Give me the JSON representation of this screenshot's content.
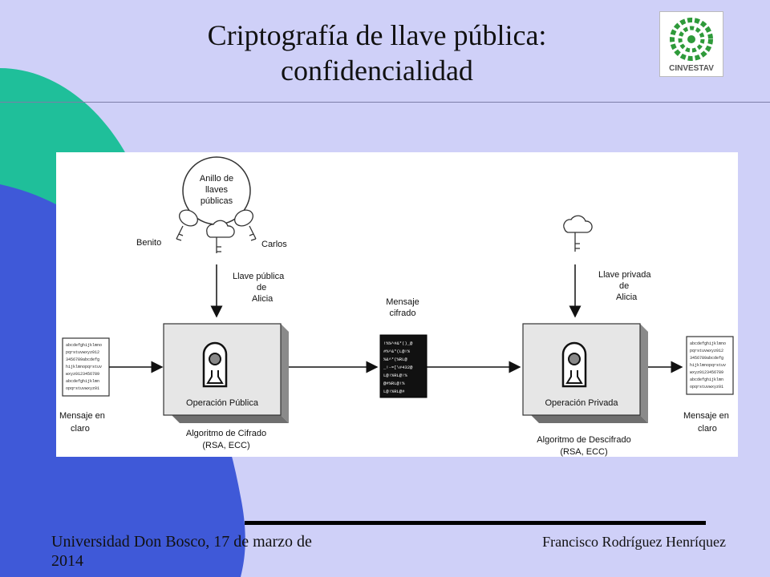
{
  "title": {
    "line1": "Criptografía de llave pública:",
    "line2": "confidencialidad"
  },
  "logo": {
    "text": "CINVESTAV",
    "color": "#2e9a3a"
  },
  "footer": {
    "left_line1": "Universidad Don Bosco, 17 de marzo de",
    "left_line2": "2014",
    "right": "Francisco Rodríguez Henríquez"
  },
  "colors": {
    "background": "#cfd0f8",
    "teal_shape": "#1fbf9a",
    "blue_shape": "#3f59d8",
    "diagram_bg": "#ffffff"
  },
  "diagram": {
    "keyring": {
      "line1": "Anillo de",
      "line2": "llaves",
      "line3": "públicas"
    },
    "benito": "Benito",
    "carlos": "Carlos",
    "public_key": {
      "line1": "Llave pública",
      "line2": "de",
      "line3": "Alicia"
    },
    "private_key": {
      "line1": "Llave privada",
      "line2": "de",
      "line3": "Alicia"
    },
    "cipher_msg": {
      "line1": "Mensaje",
      "line2": "cifrado"
    },
    "plain_left": {
      "line1": "Mensaje en",
      "line2": "claro"
    },
    "plain_right": {
      "line1": "Mensaje en",
      "line2": "claro"
    },
    "op_public": "Operación Pública",
    "op_private": "Operación Privada",
    "alg_encrypt": {
      "line1": "Algoritmo de Cifrado",
      "line2": "(RSA, ECC)"
    },
    "alg_decrypt": {
      "line1": "Algoritmo de Descifrado",
      "line2": "(RSA, ECC)"
    },
    "plaintext_lines": [
      "abcdefghijklmno",
      "pqrstuvwxyz012",
      "3456789abcdefg",
      "hijklmnopqrstuv",
      "wxyz0123456789",
      "abcdefghijklmn",
      "opqrstuvwxyz01"
    ],
    "ciphertext_lines": [
      "!%%^#&*()_@",
      "#%^&*(L@!%",
      "%&^*(%RL@",
      "_!-=[\\#432@",
      "L@!%RL@!%",
      "@#%RL@!%",
      "L@!%RL@#"
    ]
  }
}
